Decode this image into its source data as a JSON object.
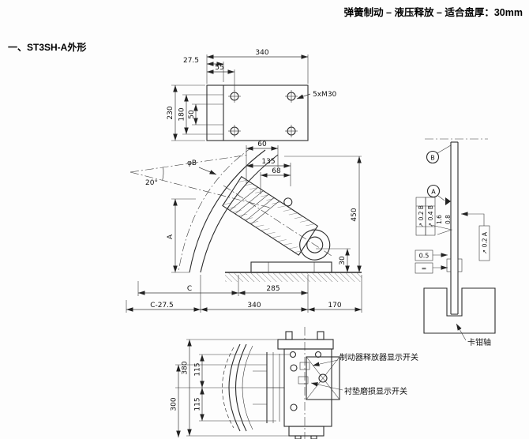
{
  "header": {
    "title": "弹簧制动 – 液压释放 – 适合盘厚：30mm",
    "section": "一、ST3SH-A外形"
  },
  "top_view": {
    "d340": "340",
    "d27_5": "27.5",
    "d55": "55",
    "d230": "230",
    "d180": "180",
    "d50": "50",
    "bolts": "5xM30"
  },
  "side_view": {
    "d60": "60",
    "d135": "135",
    "d68": "68",
    "phi_b": "φB",
    "angle": "20°",
    "dim_a": "A",
    "d450": "450",
    "d30": "30",
    "dim_c": "C",
    "d285": "285",
    "c_minus": "C-27.5",
    "d340": "340",
    "d170": "170"
  },
  "section_view": {
    "datum_b": "B",
    "datum_a": "A",
    "frame1": "↗ 0.2 B",
    "frame2": "↗ 0.4 B",
    "rough1": "1.6",
    "rough2": "0.8",
    "frame3": "↗ 0.2 A",
    "flat": "0.5",
    "eq": "=",
    "shaft": "卡钳轴"
  },
  "front_view": {
    "d380": "380",
    "d115a": "115",
    "d115b": "115",
    "d300": "300",
    "label_release": "制动器释放器显示开关",
    "label_wear": "衬垫磨损显示开关"
  }
}
